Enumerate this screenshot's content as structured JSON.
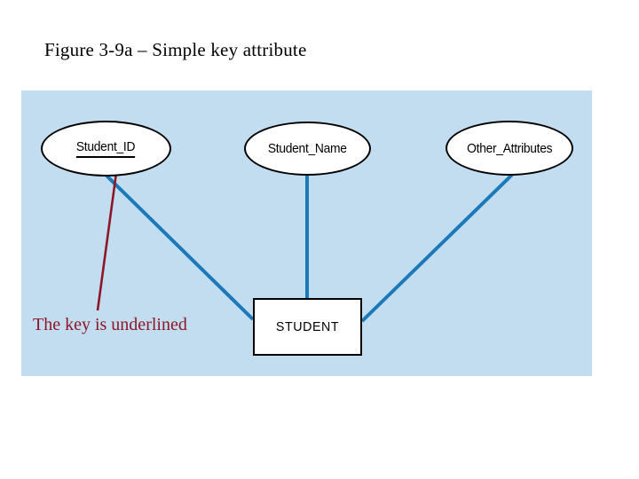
{
  "figure": {
    "title": "Figure 3-9a – Simple key attribute"
  },
  "panel": {
    "background_color": "#c2dcf0"
  },
  "entity": {
    "name": "STUDENT",
    "shape": "rectangle",
    "fill_color": "#ffffff",
    "border_color": "#000000"
  },
  "attributes": [
    {
      "name": "Student_ID",
      "shape": "ellipse",
      "is_key": true,
      "underlined": true
    },
    {
      "name": "Student_Name",
      "shape": "ellipse",
      "is_key": false,
      "underlined": false
    },
    {
      "name": "Other_Attributes",
      "shape": "ellipse",
      "is_key": false,
      "underlined": false
    }
  ],
  "connectors": {
    "color": "#1b79b8",
    "width": 4,
    "edges": [
      {
        "from": "Student_ID",
        "to": "STUDENT"
      },
      {
        "from": "Student_Name",
        "to": "STUDENT"
      },
      {
        "from": "Other_Attributes",
        "to": "STUDENT"
      }
    ]
  },
  "annotation": {
    "text": "The key is underlined",
    "color": "#8c1726",
    "arrow": {
      "color": "#8c1726",
      "points_to": "Student_ID",
      "direction": "up-right"
    }
  }
}
